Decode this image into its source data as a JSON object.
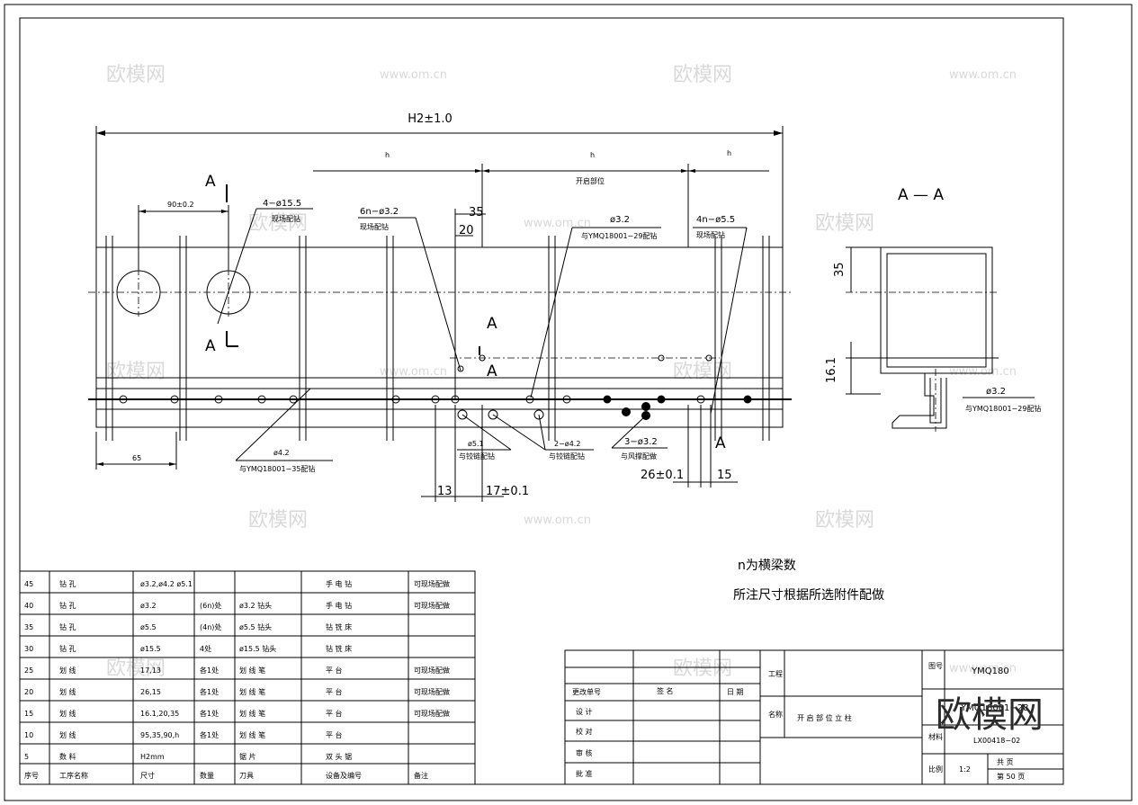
{
  "drawing": {
    "overall_dim": "H2±1.0",
    "h_label": "h",
    "opening_section": "开启部位",
    "dim_90": "90±0.2",
    "dim_65": "65",
    "hole_4_15": "4−ø15.5",
    "site_drill": "现场配钻",
    "hole_6n": "6n−ø3.2",
    "dim_35": "35",
    "dim_20": "20",
    "hole_3_2": "ø3.2",
    "with_ymq_29": "与YMQ18001−29配钻",
    "hole_4n": "4n−ø5.5",
    "section_mark": "A",
    "section_title": "A — A",
    "dim_35v": "35",
    "dim_16_1": "16.1",
    "hole_4_2": "ø4.2",
    "with_ymq_35": "与YMQ18001−35配钻",
    "hole_5_1": "ø5.1",
    "with_hinge": "与铰链配钻",
    "hole_2_4_2": "2−ø4.2",
    "with_hinge2": "与铰链配钻",
    "hole_3_3_2": "3−ø3.2",
    "with_stay": "与风撑配做",
    "dim_13": "13",
    "dim_17": "17±0.1",
    "dim_26": "26±0.1",
    "dim_15": "15",
    "note1": "n为横梁数",
    "note2": "所注尺寸根据所选附件配做"
  },
  "process_table": {
    "headers": [
      "序号",
      "工序名称",
      "尺寸",
      "数量",
      "刀具",
      "设备及编号",
      "备注"
    ],
    "rows": [
      [
        "45",
        "钻 孔",
        "ø3.2,ø4.2 ø5.1",
        "",
        "",
        "手 电 钻",
        "可现场配做"
      ],
      [
        "40",
        "钻 孔",
        "ø3.2",
        "(6n)处",
        "ø3.2 钻头",
        "手 电 钻",
        "可现场配做"
      ],
      [
        "35",
        "钻 孔",
        "ø5.5",
        "(4n)处",
        "ø5.5 钻头",
        "钻 铣 床",
        ""
      ],
      [
        "30",
        "钻 孔",
        "ø15.5",
        "4处",
        "ø15.5 钻头",
        "钻 铣 床",
        ""
      ],
      [
        "25",
        "划 线",
        "17,13",
        "各1处",
        "划 线 笔",
        "平 台",
        "可现场配做"
      ],
      [
        "20",
        "划 线",
        "26,15",
        "各1处",
        "划 线 笔",
        "平 台",
        "可现场配做"
      ],
      [
        "15",
        "划 线",
        "16.1,20,35",
        "各1处",
        "划 线 笔",
        "平 台",
        "可现场配做"
      ],
      [
        "10",
        "划 线",
        "95,35,90,h",
        "各1处",
        "划 线 笔",
        "平 台",
        ""
      ],
      [
        "5",
        "数 料",
        "H2mm",
        "",
        "锯 片",
        "双 头 锯",
        ""
      ]
    ]
  },
  "title_block": {
    "change_no": "更改单号",
    "sign": "签 名",
    "date": "日 期",
    "design": "设 计",
    "check": "校 对",
    "review": "审 核",
    "approve": "批 准",
    "project": "工程",
    "name_label": "名称",
    "part_name": "开 启 部 位 立 柱",
    "drawing_no_label": "图号",
    "drawing_no": "YMQ180",
    "drawing_no2": "YMQ18001−28",
    "material_label": "材料",
    "material": "LX00418−02",
    "scale_label": "比例",
    "scale": "1:2",
    "total_label": "共 页",
    "page_label": "第 50 页"
  },
  "watermarks": {
    "site": "www.om.cn",
    "brand": "欧模网"
  }
}
